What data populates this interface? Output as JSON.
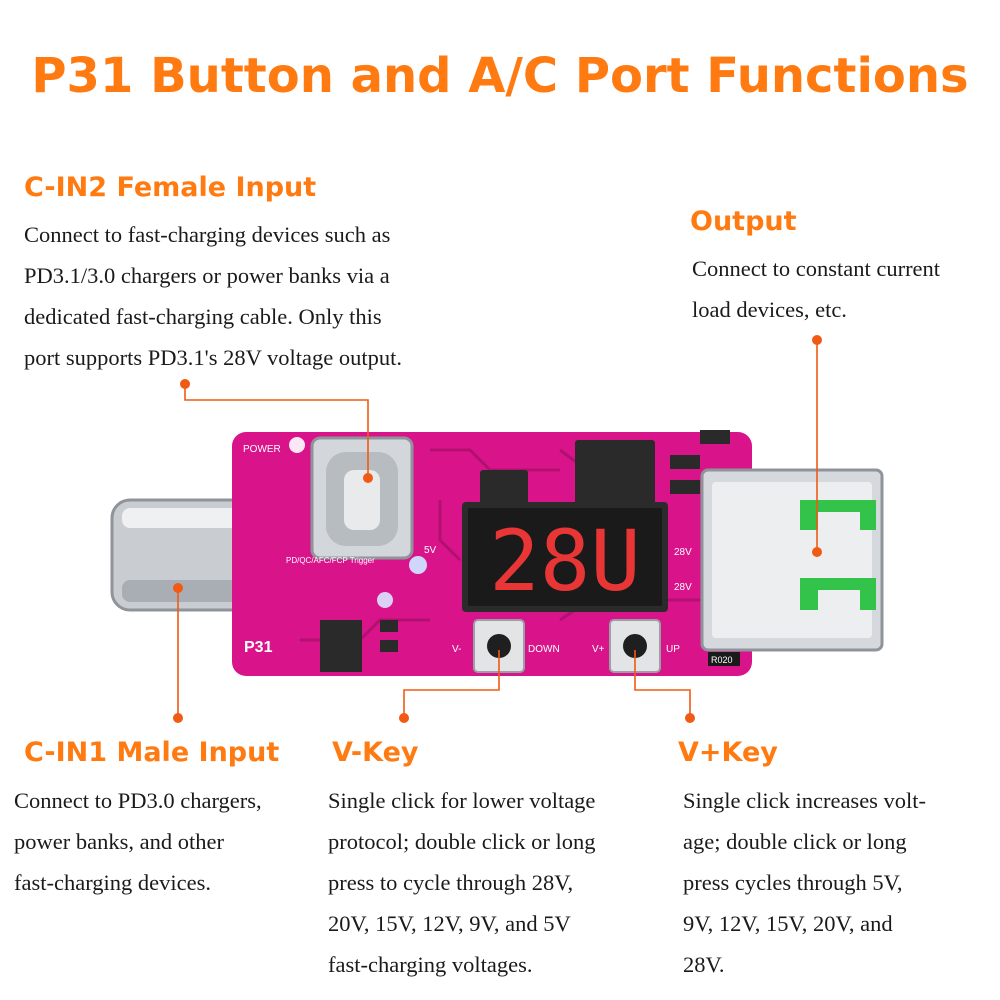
{
  "title": "P31 Button and A/C Port Functions",
  "colors": {
    "accent": "#ff7a10",
    "board": "#d9148a",
    "leader": "#f05a14"
  },
  "cin2": {
    "heading": "C-IN2 Female Input",
    "lines": [
      "Connect to fast-charging devices such as",
      "PD3.1/3.0 chargers or power banks via a",
      "dedicated fast-charging cable. Only this",
      "port supports PD3.1's 28V voltage output."
    ]
  },
  "output": {
    "heading": "Output",
    "lines": [
      "Connect to constant current",
      "load devices, etc."
    ]
  },
  "cin1": {
    "heading": "C-IN1 Male Input",
    "lines": [
      "Connect to PD3.0 chargers,",
      "power banks, and other",
      "fast-charging devices."
    ]
  },
  "vminus": {
    "heading": "V-Key",
    "lines": [
      "Single click for lower voltage",
      "protocol; double click or long",
      "press to cycle through 28V,",
      "20V, 15V, 12V, 9V, and 5V",
      "fast-charging voltages."
    ]
  },
  "vplus": {
    "heading": "V+Key",
    "lines": [
      "Single click increases volt-",
      "age; double click or long",
      "press cycles through 5V,",
      "9V, 12V, 15V, 20V, and",
      "28V."
    ]
  },
  "board": {
    "display_value": "28U",
    "power_label": "POWER",
    "model_label": "P31",
    "protocol_label": "PD/QC/AFC/FCP Trigger",
    "label_5v": "5V",
    "label_28v_top": "28V",
    "label_28v_bottom": "28V",
    "button_v_minus": "V-",
    "button_down": "DOWN",
    "button_v_plus": "V+",
    "button_up": "UP",
    "resistor_code": "R020"
  }
}
